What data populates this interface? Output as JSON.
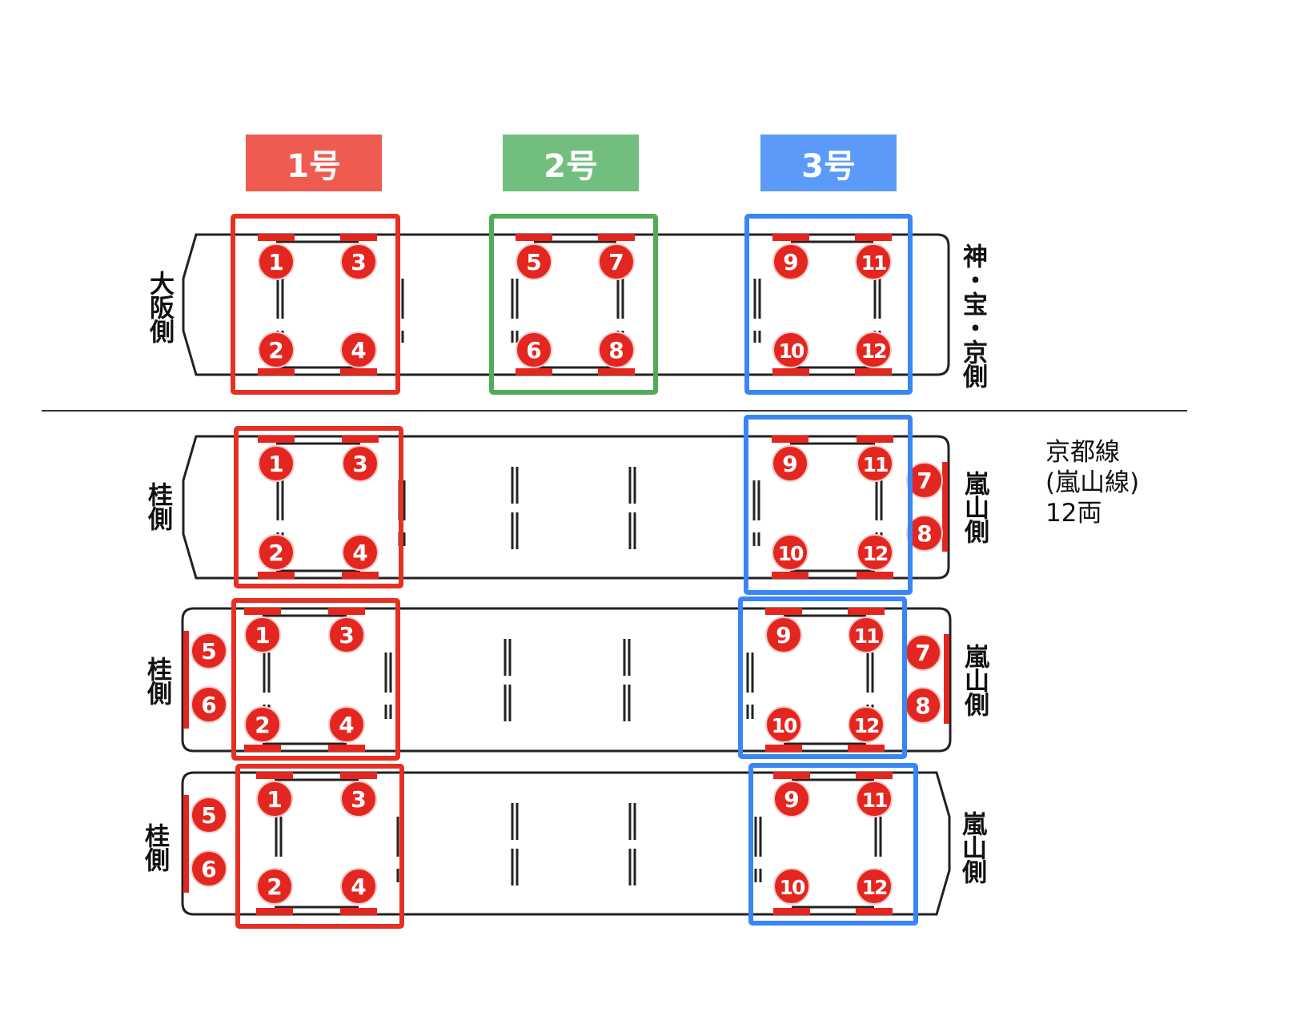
{
  "groups": [
    {
      "label": "1号",
      "color": "#EF5B50",
      "frame": "#E53024"
    },
    {
      "label": "2号",
      "color": "#72BE7E",
      "frame": "#52AB5B"
    },
    {
      "label": "3号",
      "color": "#5B9AF9",
      "frame": "#3A85F5"
    }
  ],
  "rows": [
    {
      "left_label": "大阪側",
      "right_label": "神・宝・京側",
      "g1": [
        "1",
        "3",
        "2",
        "4"
      ],
      "g2": [
        "5",
        "7",
        "6",
        "8"
      ],
      "g3": [
        "9",
        "11",
        "10",
        "12"
      ],
      "side_left": [],
      "side_right": []
    },
    {
      "left_label": "桂側",
      "right_label": "嵐山側",
      "g1": [
        "1",
        "3",
        "2",
        "4"
      ],
      "g2": [],
      "g3": [
        "9",
        "11",
        "10",
        "12"
      ],
      "side_left": [],
      "side_right": [
        "7",
        "8"
      ]
    },
    {
      "left_label": "桂側",
      "right_label": "嵐山側",
      "g1": [
        "1",
        "3",
        "2",
        "4"
      ],
      "g2": [],
      "g3": [
        "9",
        "11",
        "10",
        "12"
      ],
      "side_left": [
        "5",
        "6"
      ],
      "side_right": [
        "7",
        "8"
      ]
    },
    {
      "left_label": "桂側",
      "right_label": "嵐山側",
      "g1": [
        "1",
        "3",
        "2",
        "4"
      ],
      "g2": [],
      "g3": [
        "9",
        "11",
        "10",
        "12"
      ],
      "side_left": [
        "5",
        "6"
      ],
      "side_right": []
    }
  ],
  "note": [
    "京都線",
    "(嵐山線)",
    "12両"
  ],
  "door_color": "#E3261F"
}
